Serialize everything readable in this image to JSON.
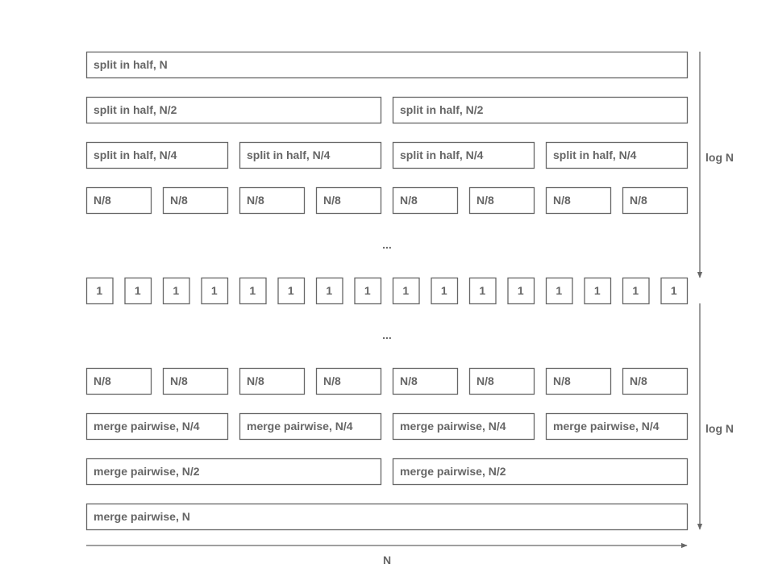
{
  "colors": {
    "stroke": "#666666",
    "text": "#666666",
    "background": "#ffffff"
  },
  "split_rows": [
    {
      "labels": [
        "split in half, N"
      ]
    },
    {
      "labels": [
        "split in half, N/2",
        "split in half, N/2"
      ]
    },
    {
      "labels": [
        "split in half, N/4",
        "split in half, N/4",
        "split in half, N/4",
        "split in half, N/4"
      ]
    },
    {
      "labels": [
        "N/8",
        "N/8",
        "N/8",
        "N/8",
        "N/8",
        "N/8",
        "N/8",
        "N/8"
      ]
    }
  ],
  "ellipsis": "...",
  "unit_row": {
    "labels": [
      "1",
      "1",
      "1",
      "1",
      "1",
      "1",
      "1",
      "1",
      "1",
      "1",
      "1",
      "1",
      "1",
      "1",
      "1",
      "1"
    ]
  },
  "merge_rows": [
    {
      "labels": [
        "N/8",
        "N/8",
        "N/8",
        "N/8",
        "N/8",
        "N/8",
        "N/8",
        "N/8"
      ]
    },
    {
      "labels": [
        "merge pairwise, N/4",
        "merge pairwise, N/4",
        "merge pairwise, N/4",
        "merge pairwise, N/4"
      ]
    },
    {
      "labels": [
        "merge pairwise, N/2",
        "merge pairwise, N/2"
      ]
    },
    {
      "labels": [
        "merge pairwise, N"
      ]
    }
  ],
  "split_depth_label": "log N",
  "merge_depth_label": "log N",
  "width_label": "N"
}
